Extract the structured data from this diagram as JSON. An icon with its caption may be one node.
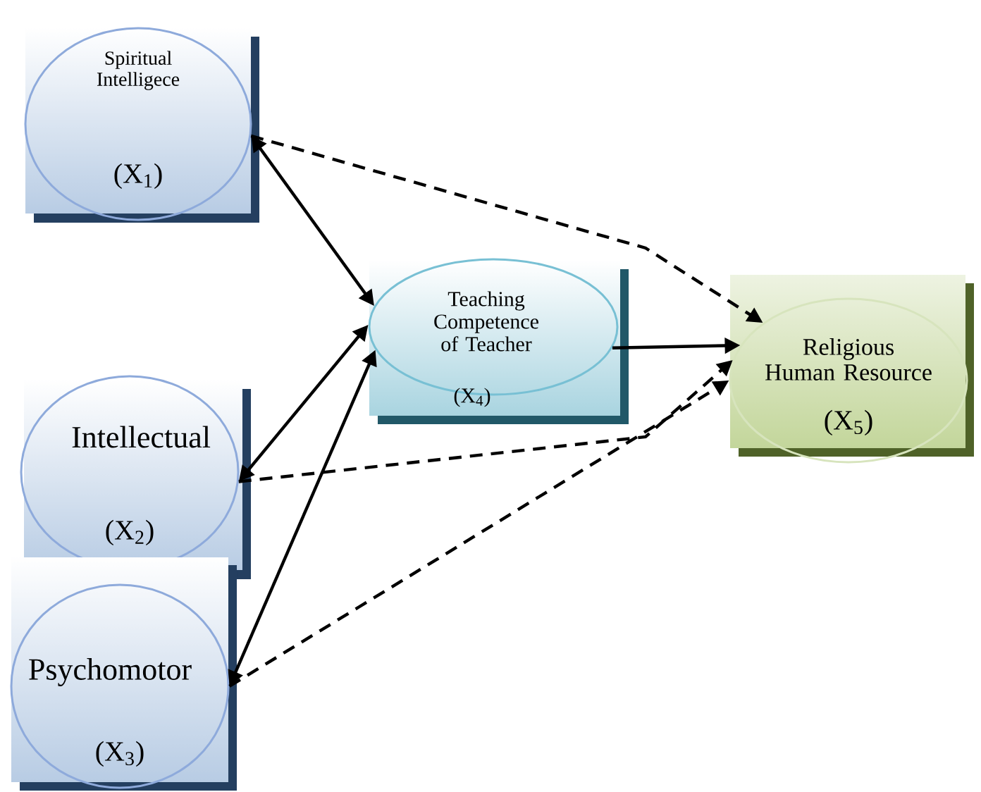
{
  "diagram": {
    "nodes": [
      {
        "text": [
          "Spiritual Intelligece",
          "(X$_{1}$)"
        ]
      },
      {
        "text": [
          "Intellectual",
          "(X$_{2}$)"
        ]
      },
      {
        "text": [
          "Psychomotor",
          "(X$_{3}$)"
        ]
      },
      {
        "text": [
          "Teaching Competence of Teacher",
          "(X$_{4}$)"
        ]
      },
      {
        "text": [
          "Religious Human Resource",
          "(X$_{5}$)"
        ]
      }
    ],
    "edges": [
      {
        "from": 0,
        "to": 3,
        "arrow": "both"
      },
      {
        "from": 1,
        "to": 3,
        "arrow": "both"
      },
      {
        "from": 2,
        "to": 3,
        "arrow": "both"
      },
      {
        "from": 3,
        "to": 4,
        "arrow": "to"
      },
      {
        "from": 0,
        "to": 4,
        "arrow": "to",
        "style": "dashed"
      },
      {
        "from": 1,
        "to": 4,
        "arrow": "to",
        "style": "dashed"
      },
      {
        "from": 2,
        "to": 4,
        "arrow": "to",
        "style": "dashed"
      }
    ]
  }
}
